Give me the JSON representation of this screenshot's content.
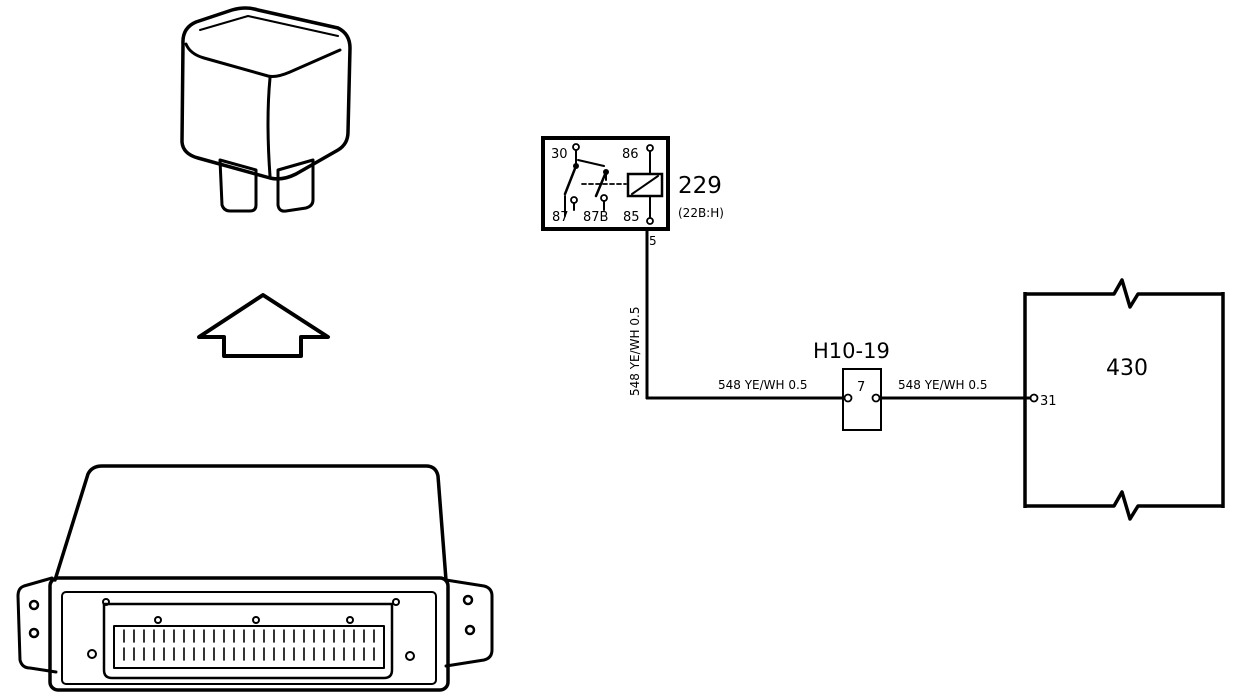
{
  "relay": {
    "number": "229",
    "location": "(22B:H)",
    "pins": {
      "p30": "30",
      "p86": "86",
      "p87": "87",
      "p87b": "87B",
      "p85": "85"
    },
    "output_pin": "5"
  },
  "wires": {
    "vertical_label": "548 YE/WH 0.5",
    "left_label": "548 YE/WH 0.5",
    "right_label": "548 YE/WH 0.5"
  },
  "connector": {
    "name": "H10-19",
    "pin": "7"
  },
  "module": {
    "number": "430",
    "pin": "31"
  }
}
